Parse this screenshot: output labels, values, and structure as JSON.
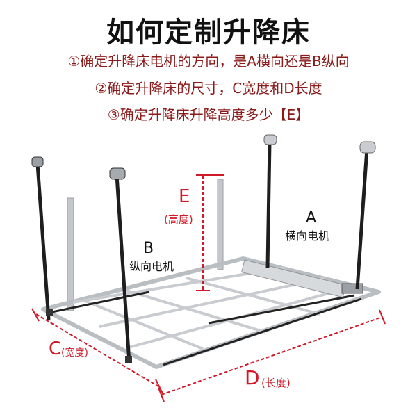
{
  "heading": {
    "title": "如何定制升降床",
    "line1": "①确定升降床电机的方向，是A横向还是B纵向",
    "line2": "②确定升降床的尺寸，C宽度和D长度",
    "line3": "③确定升降床升降高度多少【E】"
  },
  "labels": {
    "e_letter": "E",
    "e_text": "(高度)",
    "a_letter": "A",
    "a_text": "横向电机",
    "b_letter": "B",
    "b_text": "纵向电机",
    "c_letter": "C",
    "c_text": "(宽度)",
    "d_letter": "D",
    "d_text": "(长度)"
  },
  "colors": {
    "accent_red": "#d01a2a",
    "heading_red": "#8b1a1a",
    "frame": "#c8ccd0",
    "post": "#222222"
  }
}
